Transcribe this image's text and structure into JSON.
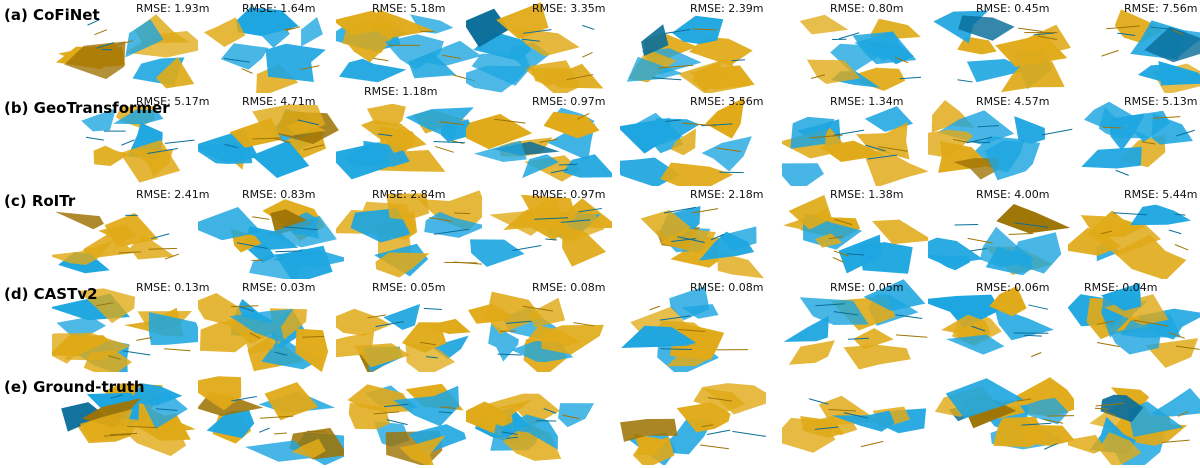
{
  "colors": {
    "source": "#1ea6e0",
    "target": "#e0aa18",
    "source_dark": "#0b6e9a",
    "target_dark": "#9e7405"
  },
  "rows": [
    {
      "label": "(a) CoFiNet",
      "rmse": [
        "RMSE: 1.93m",
        "RMSE: 1.64m",
        "RMSE: 5.18m",
        "RMSE: 3.35m",
        "RMSE: 2.39m",
        "RMSE: 0.80m",
        "RMSE: 0.45m",
        "RMSE: 7.56m"
      ]
    },
    {
      "label": "(b) GeoTransformer",
      "rmse": [
        "RMSE: 5.17m",
        "RMSE: 4.71m",
        "RMSE: 1.18m",
        "RMSE: 0.97m",
        "RMSE: 3.56m",
        "RMSE: 1.34m",
        "RMSE: 4.57m",
        "RMSE: 5.13m"
      ]
    },
    {
      "label": "(c) RoITr",
      "rmse": [
        "RMSE: 2.41m",
        "RMSE: 0.83m",
        "RMSE: 2.84m",
        "RMSE: 0.97m",
        "RMSE: 2.18m",
        "RMSE: 1.38m",
        "RMSE: 4.00m",
        "RMSE: 5.44m"
      ]
    },
    {
      "label": "(d) CASTv2",
      "rmse": [
        "RMSE: 0.13m",
        "RMSE: 0.03m",
        "RMSE: 0.05m",
        "RMSE: 0.08m",
        "RMSE: 0.08m",
        "RMSE: 0.05m",
        "RMSE: 0.06m",
        "RMSE: 0.04m"
      ]
    },
    {
      "label": "(e) Ground-truth",
      "rmse": [
        "",
        "",
        "",
        "",
        "",
        "",
        "",
        ""
      ]
    }
  ]
}
